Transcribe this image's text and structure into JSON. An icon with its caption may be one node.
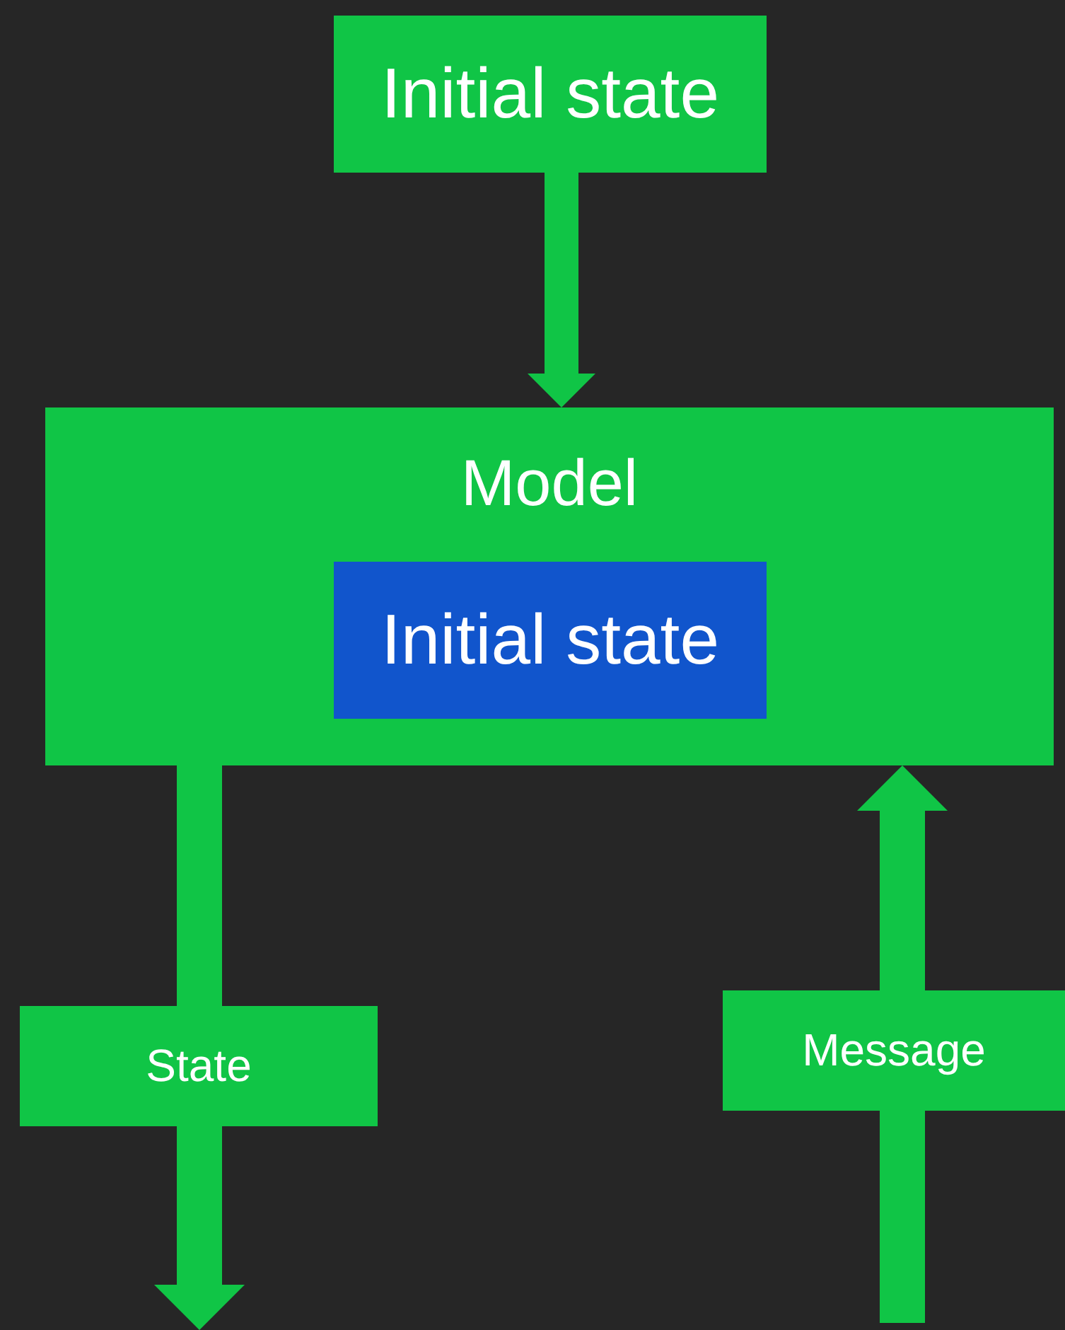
{
  "diagram": {
    "nodes": [
      {
        "text": [
          "Initial state"
        ]
      },
      {
        "text": [
          "Model"
        ]
      },
      {
        "text": [
          "Initial state"
        ],
        "in": 1
      }
    ],
    "edges": [
      {
        "from": 0,
        "to": 1,
        "arrow": "to"
      },
      {
        "from": 1,
        "to": null,
        "arrow": "to",
        "label": "State"
      },
      {
        "from": null,
        "to": 1,
        "arrow": "to",
        "label": "Message"
      }
    ]
  }
}
